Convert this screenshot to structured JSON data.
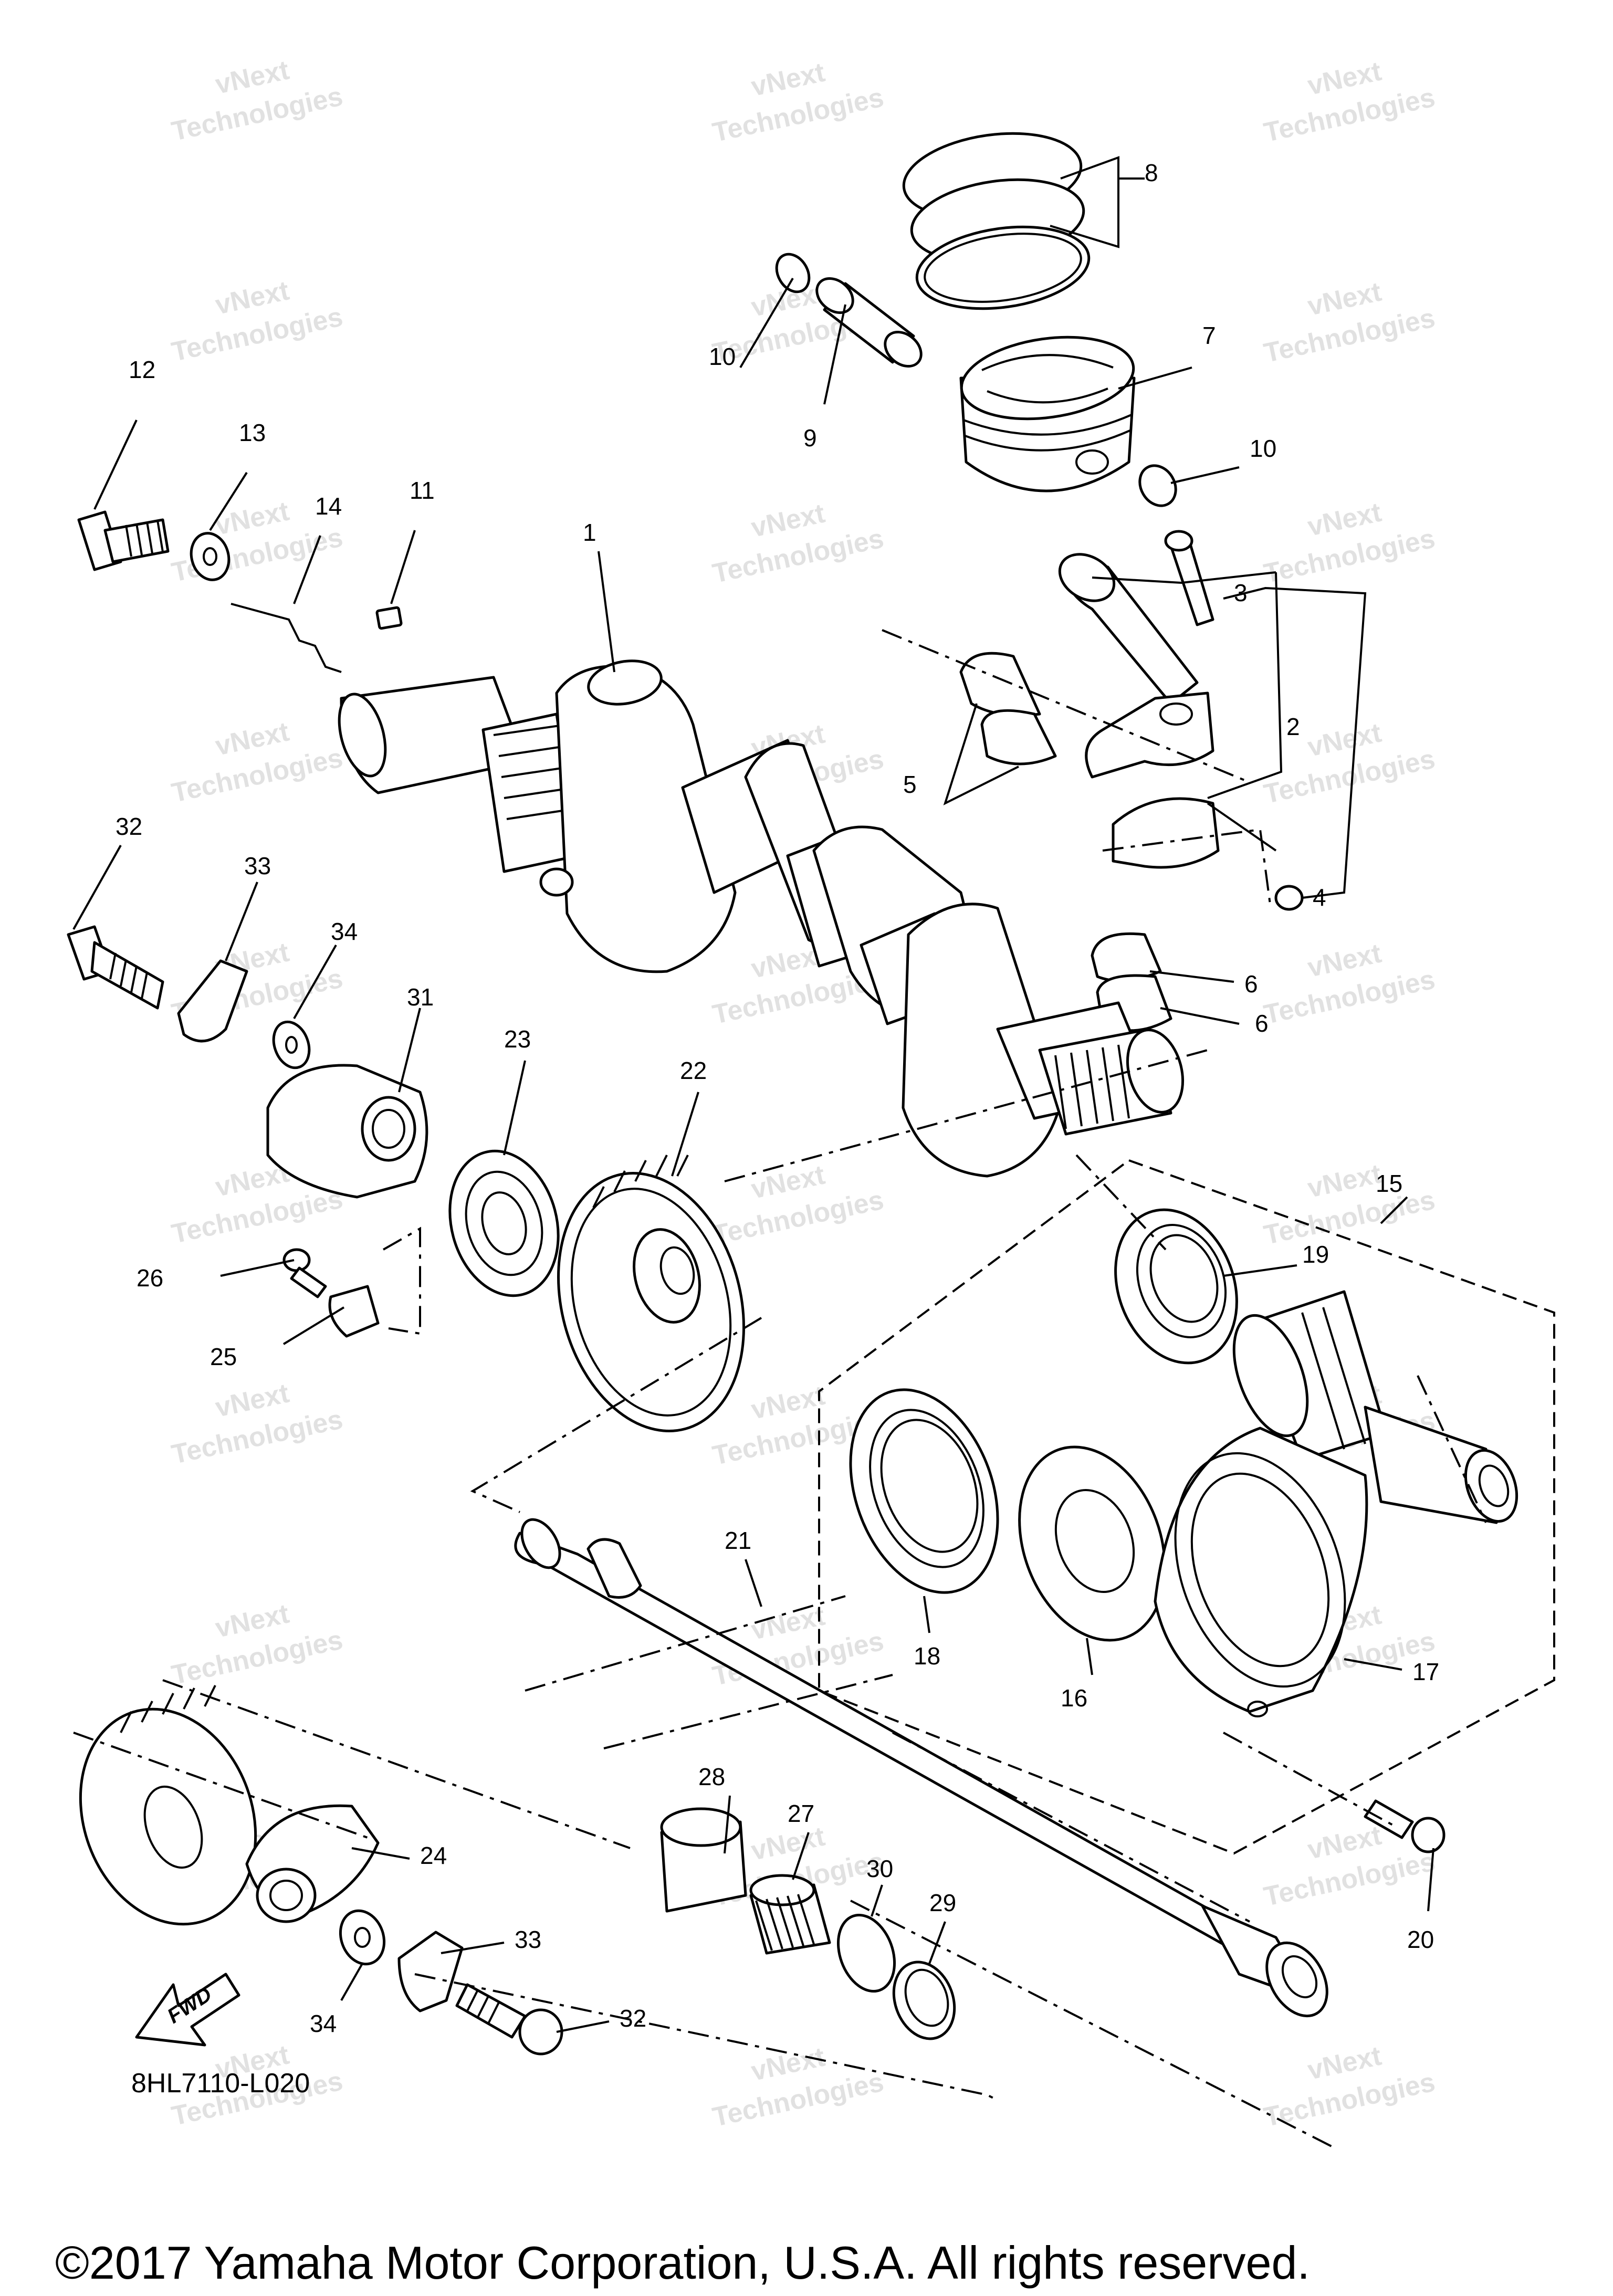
{
  "diagram": {
    "callouts": [
      {
        "id": "c1",
        "label": "1"
      },
      {
        "id": "c2",
        "label": "2"
      },
      {
        "id": "c3",
        "label": "3"
      },
      {
        "id": "c4",
        "label": "4"
      },
      {
        "id": "c5",
        "label": "5"
      },
      {
        "id": "c6a",
        "label": "6"
      },
      {
        "id": "c6b",
        "label": "6"
      },
      {
        "id": "c7",
        "label": "7"
      },
      {
        "id": "c8",
        "label": "8"
      },
      {
        "id": "c9",
        "label": "9"
      },
      {
        "id": "c10a",
        "label": "10"
      },
      {
        "id": "c10b",
        "label": "10"
      },
      {
        "id": "c11",
        "label": "11"
      },
      {
        "id": "c12",
        "label": "12"
      },
      {
        "id": "c13",
        "label": "13"
      },
      {
        "id": "c14",
        "label": "14"
      },
      {
        "id": "c15",
        "label": "15"
      },
      {
        "id": "c16",
        "label": "16"
      },
      {
        "id": "c17",
        "label": "17"
      },
      {
        "id": "c18",
        "label": "18"
      },
      {
        "id": "c19",
        "label": "19"
      },
      {
        "id": "c20",
        "label": "20"
      },
      {
        "id": "c21",
        "label": "21"
      },
      {
        "id": "c22",
        "label": "22"
      },
      {
        "id": "c23",
        "label": "23"
      },
      {
        "id": "c24",
        "label": "24"
      },
      {
        "id": "c25",
        "label": "25"
      },
      {
        "id": "c26",
        "label": "26"
      },
      {
        "id": "c27",
        "label": "27"
      },
      {
        "id": "c28",
        "label": "28"
      },
      {
        "id": "c29",
        "label": "29"
      },
      {
        "id": "c30",
        "label": "30"
      },
      {
        "id": "c31",
        "label": "31"
      },
      {
        "id": "c32a",
        "label": "32"
      },
      {
        "id": "c32b",
        "label": "32"
      },
      {
        "id": "c33a",
        "label": "33"
      },
      {
        "id": "c33b",
        "label": "33"
      },
      {
        "id": "c34a",
        "label": "34"
      },
      {
        "id": "c34b",
        "label": "34"
      }
    ],
    "fwd_label": "FWD",
    "diagram_code": "8HL7110-L020",
    "watermark_line1": "vNext",
    "watermark_line2": "Technologies"
  },
  "footer": {
    "copyright": "©2017 Yamaha Motor Corporation, U.S.A. All rights reserved."
  }
}
